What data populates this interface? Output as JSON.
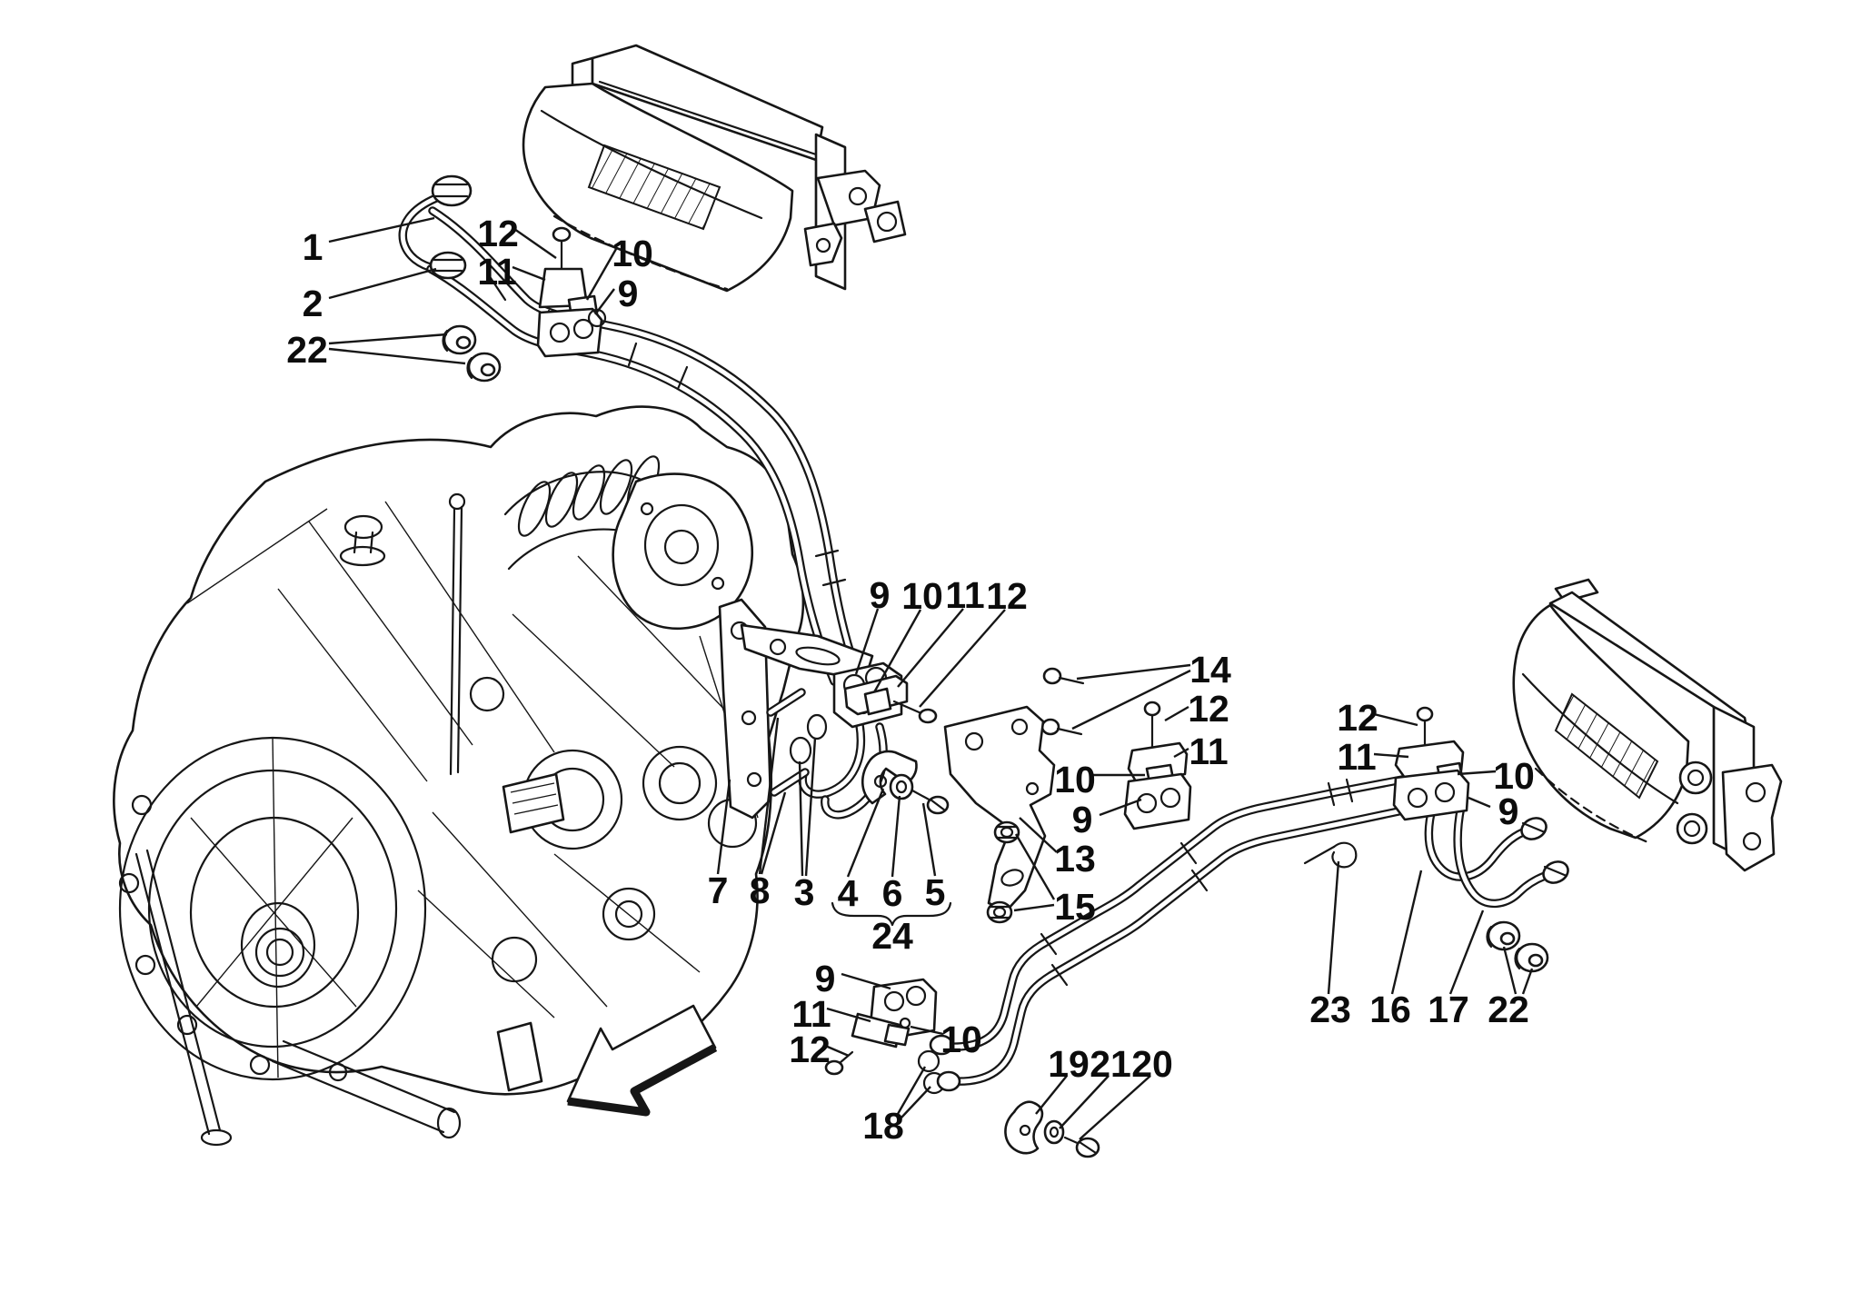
{
  "figure": {
    "type": "exploded-parts-diagram",
    "subject": "gearbox oil cooling circuit: oil radiators, pipes, clamps and fixings",
    "background_color": "#ffffff",
    "line_color": "#161616",
    "direction_arrow": "points to front-left of vehicle"
  },
  "callouts": [
    {
      "label": "1"
    },
    {
      "label": "2"
    },
    {
      "label": "22"
    },
    {
      "label": "12"
    },
    {
      "label": "11"
    },
    {
      "label": "10"
    },
    {
      "label": "9"
    },
    {
      "label": "9"
    },
    {
      "label": "10"
    },
    {
      "label": "11"
    },
    {
      "label": "12"
    },
    {
      "label": "14"
    },
    {
      "label": "12"
    },
    {
      "label": "11"
    },
    {
      "label": "10"
    },
    {
      "label": "9"
    },
    {
      "label": "13"
    },
    {
      "label": "15"
    },
    {
      "label": "7"
    },
    {
      "label": "8"
    },
    {
      "label": "3"
    },
    {
      "label": "4"
    },
    {
      "label": "6"
    },
    {
      "label": "5"
    },
    {
      "label": "24"
    },
    {
      "label": "9"
    },
    {
      "label": "11"
    },
    {
      "label": "12"
    },
    {
      "label": "10"
    },
    {
      "label": "18"
    },
    {
      "label": "19"
    },
    {
      "label": "21"
    },
    {
      "label": "20"
    },
    {
      "label": "23"
    },
    {
      "label": "16"
    },
    {
      "label": "17"
    },
    {
      "label": "22"
    },
    {
      "label": "12"
    },
    {
      "label": "11"
    },
    {
      "label": "10"
    },
    {
      "label": "9"
    }
  ]
}
